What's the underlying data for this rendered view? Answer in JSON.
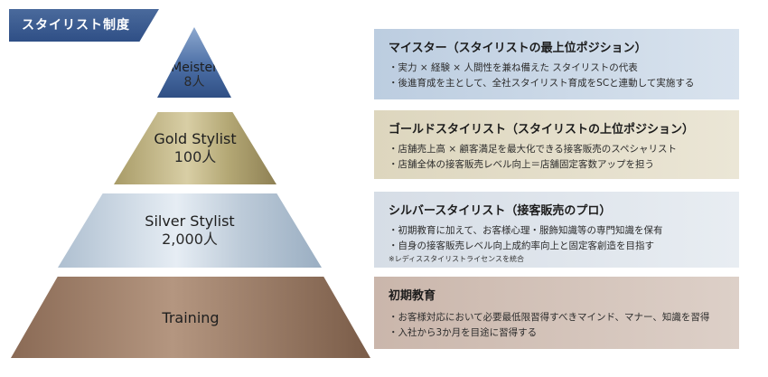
{
  "header": {
    "tag_label": "スタイリスト制度"
  },
  "pyramid": {
    "tiers": [
      {
        "name": "Meister",
        "count": "8人"
      },
      {
        "name": "Gold Stylist",
        "count": "100人"
      },
      {
        "name": "Silver Stylist",
        "count": "2,000人"
      },
      {
        "name": "Training",
        "count": ""
      }
    ]
  },
  "descriptions": [
    {
      "title": "マイスター（スタイリストの最上位ポジション）",
      "bullets": [
        "・実力 × 経験 × 人間性を兼ね備えた スタイリストの代表",
        "・後進育成を主として、全社スタイリスト育成をSCと連動して実施する"
      ],
      "note": ""
    },
    {
      "title": "ゴールドスタイリスト（スタイリストの上位ポジション）",
      "bullets": [
        "・店舗売上高 × 顧客満足を最大化できる接客販売のスペシャリスト",
        "・店舗全体の接客販売レベル向上＝店舗固定客数アップを担う"
      ],
      "note": ""
    },
    {
      "title": "シルバースタイリスト（接客販売のプロ）",
      "bullets": [
        "・初期教育に加えて、お客様心理・服飾知識等の専門知識を保有",
        "・自身の接客販売レベル向上成約率向上と固定客創造を目指す"
      ],
      "note": "※レディススタイリストライセンスを統合"
    },
    {
      "title": "初期教育",
      "bullets": [
        "・お客様対応において必要最低限習得すべきマインド、マナー、知識を習得",
        "・入社から3か月を目途に習得する"
      ],
      "note": ""
    }
  ],
  "colors": {
    "tag": "#2f4f86",
    "meister": "#4c6fa6",
    "gold": "#b4a875",
    "silver": "#bccad8",
    "training": "#9a7c67"
  }
}
